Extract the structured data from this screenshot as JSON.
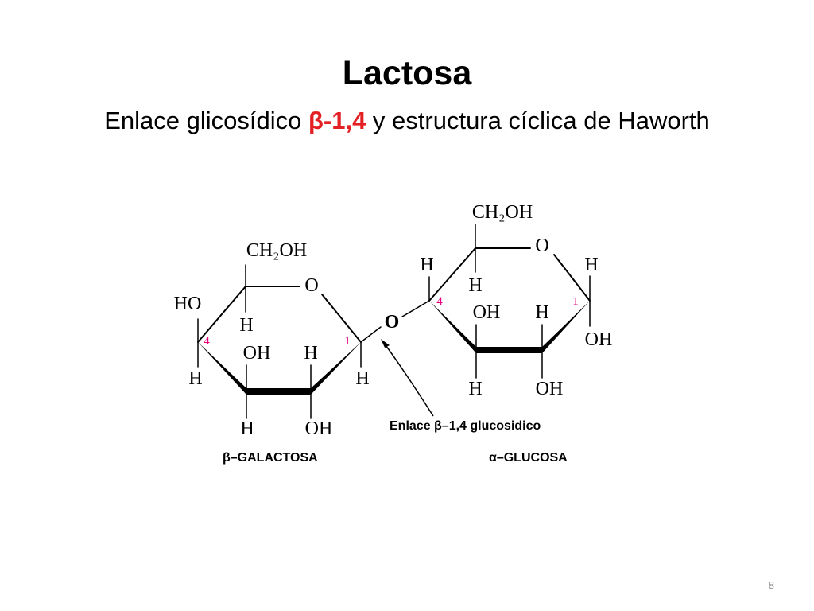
{
  "slide": {
    "title": "Lactosa",
    "subtitle_before": "Enlace glicosídico ",
    "subtitle_highlight": "β-1,4",
    "subtitle_after": " y estructura cíclica de Haworth",
    "accent_color": "#e32024",
    "page_number": "8"
  },
  "diagram": {
    "bridge_oxygen": "O",
    "galactose": {
      "name": "β–GALACTOSA",
      "ch2oh": "CH₂OH",
      "ring_o": "O",
      "ho_c4": "HO",
      "h_c5": "H",
      "c4_number": "4",
      "c1_number": "1",
      "oh_c3": "OH",
      "h_c2": "H",
      "h_c4": "H",
      "h_c1": "H",
      "h_c3": "H",
      "oh_c2": "OH"
    },
    "glucose": {
      "name": "α–GLUCOSA",
      "ch2oh": "CH₂OH",
      "ring_o": "O",
      "h_c4": "H",
      "h_c5": "H",
      "h_c1": "H",
      "c4_number": "4",
      "c1_number": "1",
      "oh_c3": "OH",
      "h_c2": "H",
      "oh_c1": "OH",
      "h_c3": "H",
      "oh_c2": "OH"
    },
    "bond_label": "Enlace β–1,4 glucosidico",
    "number_color": "#e6007e"
  }
}
